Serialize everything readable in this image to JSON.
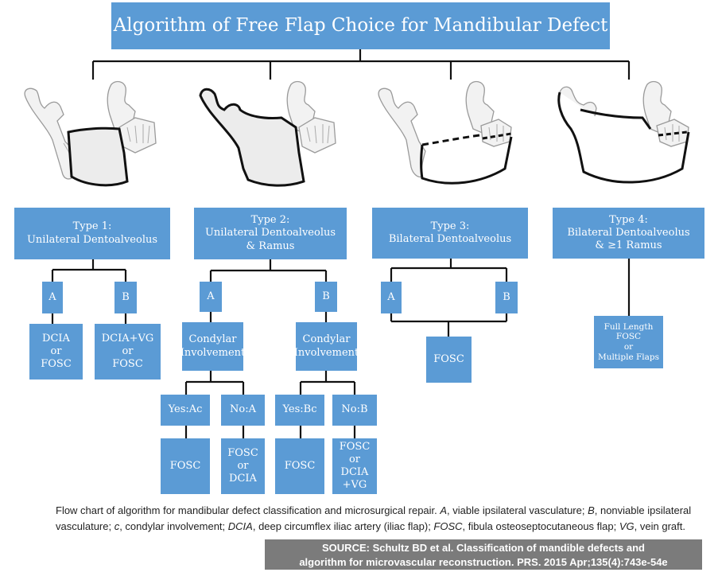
{
  "title": "Algorithm of Free Flap Choice for Mandibular Defect",
  "types": [
    {
      "label": "Type 1:\nUnilateral Dentoalveolus"
    },
    {
      "label": "Type 2:\nUnilateral Dentoalveolus\n& Ramus"
    },
    {
      "label": "Type 3:\nBilateral Dentoalveolus"
    },
    {
      "label": "Type 4:\nBilateral Dentoalveolus\n& ≥1 Ramus"
    }
  ],
  "type1": {
    "a": "A",
    "b": "B",
    "a_result": "DCIA\nor\nFOSC",
    "b_result": "DCIA+VG\nor\nFOSC"
  },
  "type2": {
    "a": "A",
    "b": "B",
    "a_condylar": "Condylar\nInvolvement",
    "b_condylar": "Condylar\nInvolvement",
    "a_yes": "Yes:Ac",
    "a_no": "No:A",
    "b_yes": "Yes:Bc",
    "b_no": "No:B",
    "a_yes_result": "FOSC",
    "a_no_result": "FOSC\nor\nDCIA",
    "b_yes_result": "FOSC",
    "b_no_result": "FOSC\nor\nDCIA\n+VG"
  },
  "type3": {
    "a": "A",
    "b": "B",
    "result": "FOSC"
  },
  "type4": {
    "result": "Full Length\nFOSC\nor\nMultiple Flaps"
  },
  "caption": {
    "p1": "Flow chart of algorithm for mandibular defect classification and microsurgical repair. ",
    "A": "A",
    "p2": ", viable ipsilateral vasculature; ",
    "B": "B",
    "p3": ", nonviable ipsilateral vasculature; ",
    "c": "c",
    "p4": ", condylar involvement; ",
    "DCIA": "DCIA",
    "p5": ", deep circumflex iliac artery (iliac flap); ",
    "FOSC": "FOSC",
    "p6": ", fibula osteoseptocutaneous flap; ",
    "VG": "VG",
    "p7": ", vein graft."
  },
  "source": "SOURCE: Schultz BD et al. Classification of mandible defects and\nalgorithm for microvascular reconstruction. PRS. 2015 Apr;135(4):743e-54e",
  "colors": {
    "box": "#5b9bd5",
    "line": "#111111",
    "source_bg": "#7b7b7b"
  }
}
